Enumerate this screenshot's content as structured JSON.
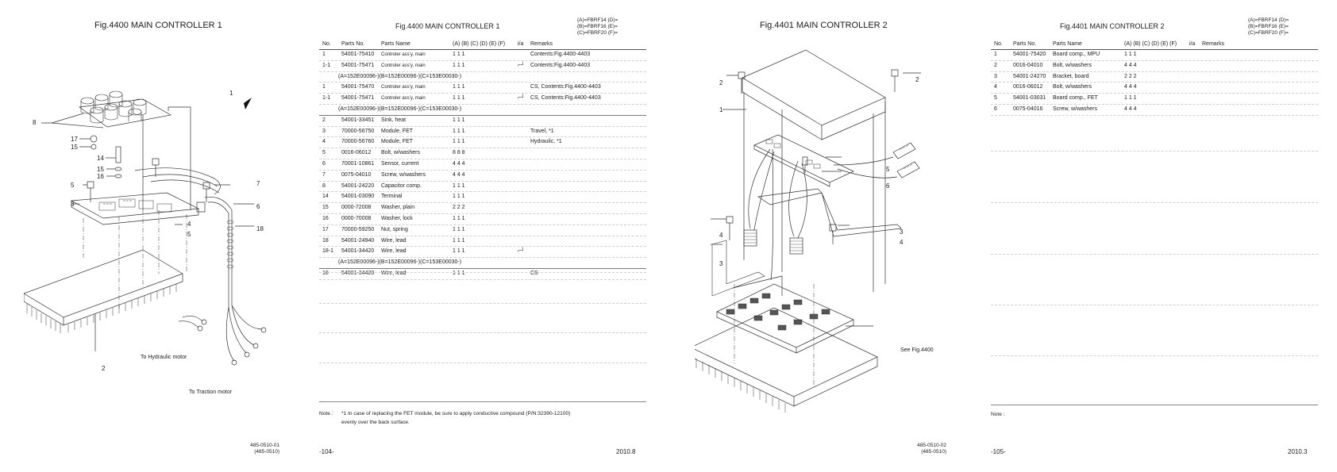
{
  "page1": {
    "figure_title": "Fig.4400  MAIN CONTROLLER 1",
    "callouts": [
      "1",
      "8",
      "17",
      "15",
      "14",
      "15",
      "16",
      "5",
      "3",
      "7",
      "6",
      "18",
      "4",
      "5",
      "2"
    ],
    "labels": {
      "hydraulic": "To Hydraulic motor",
      "traction": "To Traction motor"
    },
    "drawing_numbers": [
      "485-0510-01",
      "(485-0510)"
    ]
  },
  "page2": {
    "figure_title": "Fig.4400  MAIN CONTROLLER 1",
    "legend": [
      "(A)=FBRF14  (D)=",
      "(B)=FBRF16  (E)=",
      "(C)=FBRF20  (F)="
    ],
    "headers": {
      "no": "No.",
      "parts_no": "Parts No.",
      "parts_name": "Parts Name",
      "codes": "(A) (B) (C) (D) (E) (F)",
      "ia": "i/a",
      "remarks": "Remarks"
    },
    "rows": [
      {
        "no": "1",
        "pn": "54001-75410",
        "name": "Controler ass'y, main",
        "qty": "1   1   1",
        "ia": "",
        "remarks": "Contents:Fig.4400-4403",
        "small": true
      },
      {
        "no": "1-1",
        "pn": "54001-75471",
        "name": "Controler ass'y, main",
        "qty": "1   1   1",
        "ia": "⌐┘",
        "remarks": "Contents:Fig.4400-4403",
        "small": true
      },
      {
        "code": "(A=152E00096-)(B=152E00096-)(C=153E00030-)"
      },
      {
        "no": "1",
        "pn": "54001-75470",
        "name": "Controler ass'y, main",
        "qty": "1   1   1",
        "ia": "",
        "remarks": "CS, Contents:Fig.4400-4403",
        "small": true
      },
      {
        "no": "1-1",
        "pn": "54001-75471",
        "name": "Controler ass'y, main",
        "qty": "1   1   1",
        "ia": "⌐┘",
        "remarks": "CS, Contents:Fig.4400-4403",
        "small": true
      },
      {
        "code": "(A=152E00096-)(B=152E00096-)(C=153E00030-)",
        "solid": true
      },
      {
        "no": "2",
        "pn": "54001-33451",
        "name": "Sink, heat",
        "qty": "1   1   1",
        "ia": "",
        "remarks": ""
      },
      {
        "no": "3",
        "pn": "70000-56750",
        "name": "Module, FET",
        "qty": "1   1   1",
        "ia": "",
        "remarks": "Travel, *1"
      },
      {
        "no": "4",
        "pn": "70000-56760",
        "name": "Module, FET",
        "qty": "1   1   1",
        "ia": "",
        "remarks": "Hydraulic, *1"
      },
      {
        "no": "5",
        "pn": "0016-06012",
        "name": "Bolt, w/washers",
        "qty": "8   8   8",
        "ia": "",
        "remarks": ""
      },
      {
        "no": "6",
        "pn": "70001-10861",
        "name": "Sensor, current",
        "qty": "4   4   4",
        "ia": "",
        "remarks": ""
      },
      {
        "no": "7",
        "pn": "0075-04010",
        "name": "Screw, w/washers",
        "qty": "4   4   4",
        "ia": "",
        "remarks": ""
      },
      {
        "no": "8",
        "pn": "54001-24220",
        "name": "Capacitor comp.",
        "qty": "1   1   1",
        "ia": "",
        "remarks": ""
      },
      {
        "no": "14",
        "pn": "54001-03090",
        "name": "Terminal",
        "qty": "1   1   1",
        "ia": "",
        "remarks": ""
      },
      {
        "no": "15",
        "pn": "0000-72008",
        "name": "Washer, plain",
        "qty": "2   2   2",
        "ia": "",
        "remarks": ""
      },
      {
        "no": "16",
        "pn": "0000-70008",
        "name": "Washer, lock",
        "qty": "1   1   1",
        "ia": "",
        "remarks": ""
      },
      {
        "no": "17",
        "pn": "70000-59250",
        "name": "Nut, spring",
        "qty": "1   1   1",
        "ia": "",
        "remarks": ""
      },
      {
        "no": "18",
        "pn": "54001-24940",
        "name": "Wire, lead",
        "qty": "1   1   1",
        "ia": "",
        "remarks": ""
      },
      {
        "no": "18-1",
        "pn": "54001-34420",
        "name": "Wire, lead",
        "qty": "1   1   1",
        "ia": "⌐┘",
        "remarks": ""
      },
      {
        "code": "(A=152E00096-)(B=152E00096-)(C=153E00030-)",
        "solid": true
      },
      {
        "no": "18",
        "pn": "54001-34420",
        "name": "Wire, lead",
        "qty": "1   1   1",
        "ia": "",
        "remarks": "CS"
      }
    ],
    "note_label": "Note :",
    "note_lines": [
      "*1 In case of replacing the FET module, be sure to apply conductive compound (P/N:32390-12100)",
      "evenly over the back surface."
    ],
    "page_number": "-104-",
    "date": "2010.8"
  },
  "page3": {
    "figure_title": "Fig.4401  MAIN CONTROLLER 2",
    "callouts": [
      "2",
      "2",
      "1",
      "5",
      "6",
      "3",
      "4",
      "4",
      "3"
    ],
    "see_label": "See Fig.4400",
    "drawing_numbers": [
      "485-0510-02",
      "(485-0510)"
    ]
  },
  "page4": {
    "figure_title": "Fig.4401  MAIN CONTROLLER 2",
    "legend": [
      "(A)=FBRF14  (D)=",
      "(B)=FBRF16  (E)=",
      "(C)=FBRF20  (F)="
    ],
    "headers": {
      "no": "No.",
      "parts_no": "Parts No.",
      "parts_name": "Parts Name",
      "codes": "(A) (B) (C) (D) (E) (F)",
      "ia": "i/a",
      "remarks": "Remarks"
    },
    "rows": [
      {
        "no": "1",
        "pn": "54001-75420",
        "name": "Board comp., MPU",
        "qty": "1   1   1",
        "ia": "",
        "remarks": ""
      },
      {
        "no": "2",
        "pn": "0016-04010",
        "name": "Bolt, w/washers",
        "qty": "4   4   4",
        "ia": "",
        "remarks": ""
      },
      {
        "no": "3",
        "pn": "54001-24270",
        "name": "Bracket, board",
        "qty": "2   2   2",
        "ia": "",
        "remarks": ""
      },
      {
        "no": "4",
        "pn": "0016-06012",
        "name": "Bolt, w/washers",
        "qty": "4   4   4",
        "ia": "",
        "remarks": ""
      },
      {
        "no": "5",
        "pn": "54001-03031",
        "name": "Board comp., FET",
        "qty": "1   1   1",
        "ia": "",
        "remarks": ""
      },
      {
        "no": "6",
        "pn": "0075-04016",
        "name": "Screw, w/washers",
        "qty": "4   4   4",
        "ia": "",
        "remarks": ""
      }
    ],
    "note_label": "Note :",
    "page_number": "-105-",
    "date": "2010.3"
  }
}
